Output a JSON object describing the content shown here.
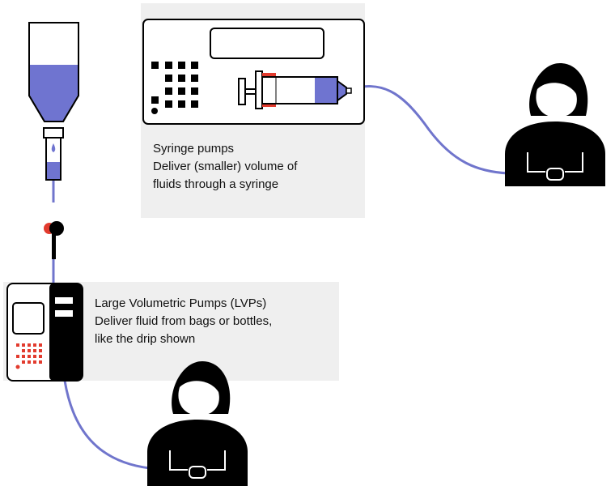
{
  "syringe_pumps": {
    "title": "Syringe pumps",
    "desc_line1": "Deliver (smaller) volume of",
    "desc_line2": "fluids through a syringe"
  },
  "lvp": {
    "title": "Large Volumetric Pumps (LVPs)",
    "desc_line1": "Deliver fluid from bags or bottles,",
    "desc_line2": "like the drip shown"
  },
  "colors": {
    "panel_bg": "#efefef",
    "fluid": "#6f74d0",
    "tube": "#7075cc",
    "accent_red": "#e23b2e",
    "ink": "#000000"
  },
  "icons": [
    "iv-drip-bag-icon",
    "roller-clamp-icon",
    "syringe-pump-icon",
    "syringe-icon",
    "large-volumetric-pump-icon",
    "patient-icon"
  ]
}
